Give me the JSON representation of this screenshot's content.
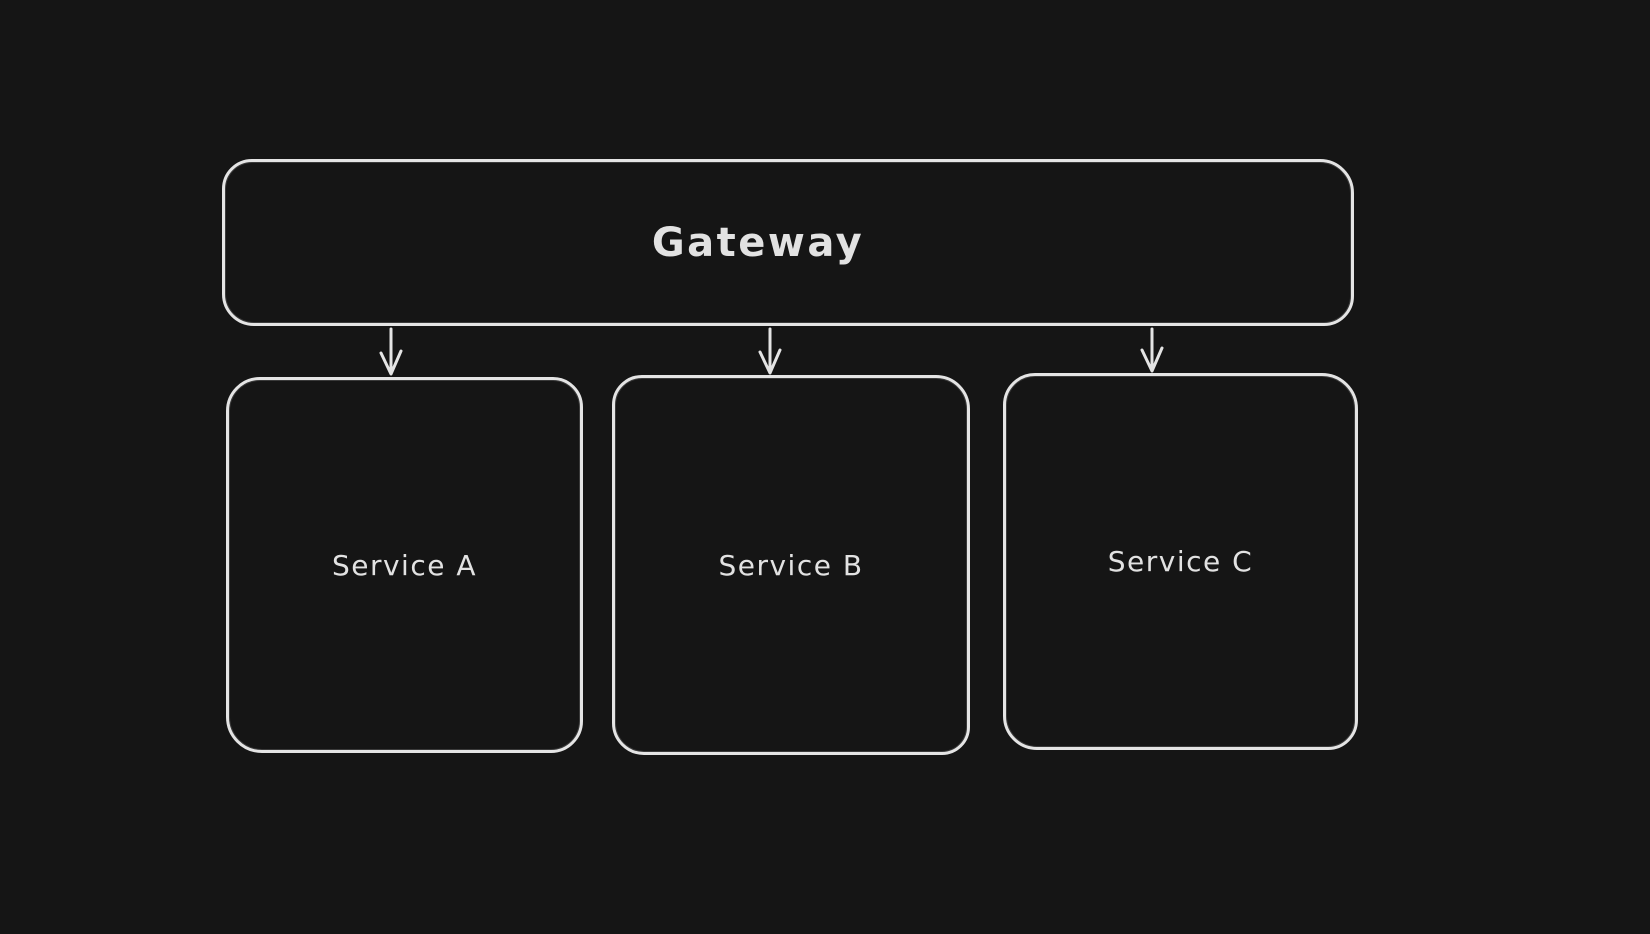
{
  "canvas": {
    "background_color": "#151515",
    "stroke_color": "#e4e4e4",
    "text_color": "#e2e2e2",
    "style": "hand-drawn dark whiteboard"
  },
  "diagram": {
    "nodes": [
      {
        "id": "gateway",
        "label": "Gateway"
      },
      {
        "id": "service-a",
        "label": "Service A"
      },
      {
        "id": "service-b",
        "label": "Service B"
      },
      {
        "id": "service-c",
        "label": "Service C"
      }
    ],
    "edges": [
      {
        "from": "gateway",
        "to": "service-a",
        "direction": "down",
        "arrowhead": "open-v"
      },
      {
        "from": "gateway",
        "to": "service-b",
        "direction": "down",
        "arrowhead": "open-v"
      },
      {
        "from": "gateway",
        "to": "service-c",
        "direction": "down",
        "arrowhead": "open-v"
      }
    ]
  }
}
